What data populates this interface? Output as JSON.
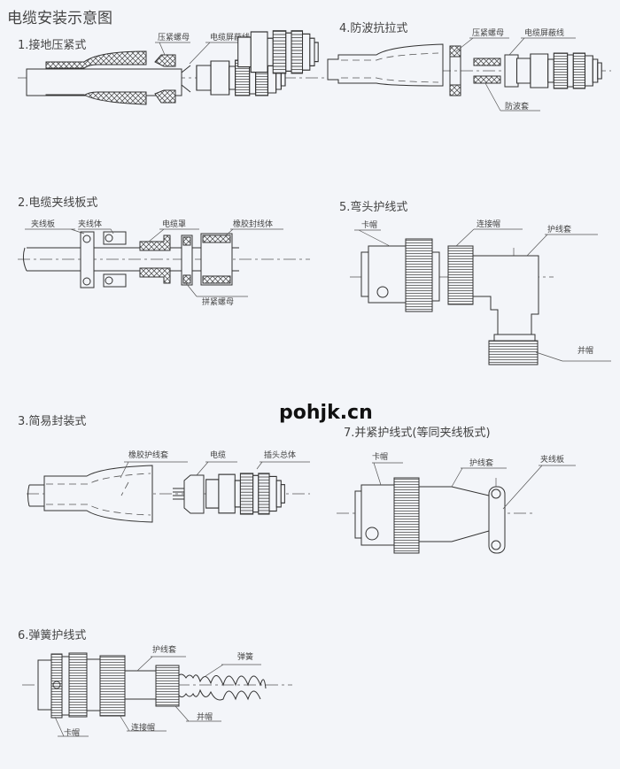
{
  "title": "电缆安装示意图",
  "watermark": "pohjk.cn",
  "figures": {
    "fig1": {
      "title": "1.接地压紧式",
      "labels": [
        "压紧螺母",
        "电缆屏蔽线"
      ]
    },
    "fig4": {
      "title": "4.防波抗拉式",
      "labels": [
        "压紧螺母",
        "电缆屏蔽线",
        "防波套"
      ]
    },
    "fig2": {
      "title": "2.电缆夹线板式",
      "labels": [
        "夹线板",
        "夹线体",
        "电缆罩",
        "橡胶封线体",
        "拼紧螺母"
      ]
    },
    "fig5": {
      "title": "5.弯头护线式",
      "labels": [
        "卡帽",
        "连接帽",
        "护线套",
        "并帽"
      ]
    },
    "fig3": {
      "title": "3.简易封装式",
      "labels": [
        "橡胶护线套",
        "电缆",
        "插头总体"
      ]
    },
    "fig7": {
      "title": "7.并紧护线式(等同夹线板式)",
      "labels": [
        "卡帽",
        "护线套",
        "夹线板"
      ]
    },
    "fig6": {
      "title": "6.弹簧护线式",
      "labels": [
        "护线套",
        "弹簧",
        "卡帽",
        "连接帽",
        "并帽"
      ]
    }
  }
}
